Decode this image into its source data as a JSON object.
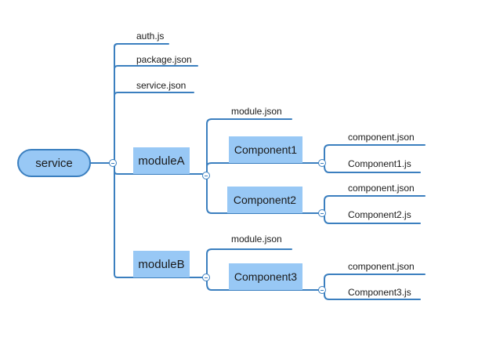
{
  "diagram": {
    "root": {
      "label": "service"
    },
    "files": [
      "auth.js",
      "package.json",
      "service.json"
    ],
    "moduleA": {
      "label": "moduleA",
      "file": "module.json",
      "component1": {
        "label": "Component1",
        "files": [
          "component.json",
          "Component1.js"
        ]
      },
      "component2": {
        "label": "Component2",
        "files": [
          "component.json",
          "Component2.js"
        ]
      }
    },
    "moduleB": {
      "label": "moduleB",
      "file": "module.json",
      "component3": {
        "label": "Component3",
        "files": [
          "component.json",
          "Component3.js"
        ]
      }
    }
  },
  "colors": {
    "node_fill": "#98c8f5",
    "line": "#3b7fbf",
    "text": "#1a1a1a"
  },
  "icons": {
    "collapse": "collapse-circle-icon"
  }
}
